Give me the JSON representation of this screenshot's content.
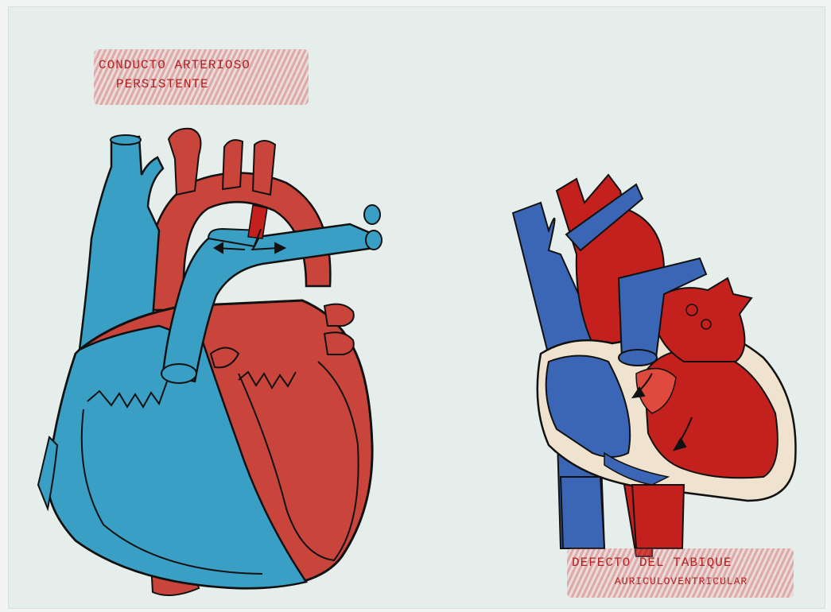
{
  "labels": {
    "left": {
      "line1": "CONDUCTO ARTERIOSO",
      "line2": "PERSISTENTE"
    },
    "right": {
      "line1": "DEFECTO DEL TABIQUE",
      "line2": "AURICULOVENTRICULAR"
    }
  },
  "colors": {
    "paper": "#e6eeec",
    "venous_blue": "#3a9fc4",
    "venous_blue_dark": "#3a66b5",
    "arterial_red": "#c9453b",
    "arterial_red_dark": "#c4201d",
    "outline": "#111111",
    "pericardium_beige": "#efe2cf",
    "label_red": "#b22222"
  }
}
